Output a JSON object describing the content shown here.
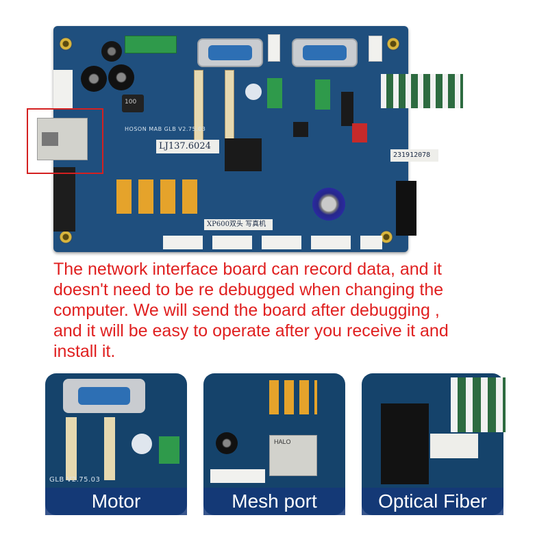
{
  "board": {
    "silk_model": "HOSON MAB GLB V2.75.03",
    "sticker_serial": "LJ137.6024",
    "sticker_code": "231912078",
    "sticker_printer": "XP600双头 写真机",
    "chip_text": "100"
  },
  "caption": {
    "line1": "The network interface board can record data, and it",
    "line2": "doesn't need to be re debugged when changing the",
    "line3": "computer. We will send the board after debugging ,",
    "line4": "and it will be easy to operate after you receive it and",
    "line5": "install it."
  },
  "thumbnails": [
    {
      "label": "Motor",
      "silk": "GLB V2.75.03"
    },
    {
      "label": "Mesh port",
      "silk": "HALO"
    },
    {
      "label": "Optical Fiber"
    }
  ],
  "colors": {
    "pcb": "#1f4f7e",
    "caption": "#e02020",
    "highlight_box": "#d42020",
    "label_bar": "#1a3f7a"
  }
}
